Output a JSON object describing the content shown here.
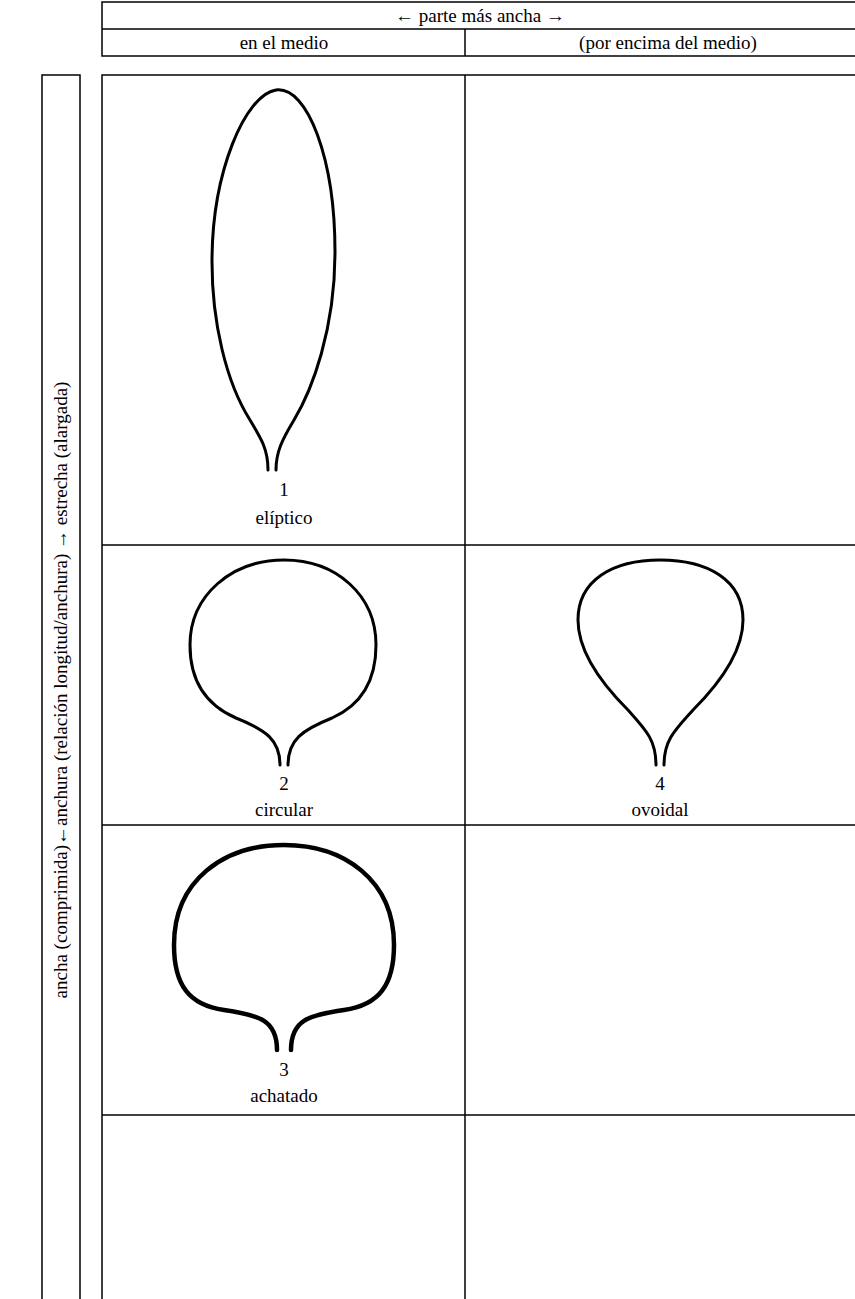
{
  "diagram": {
    "labels": [
      "←  parte más ancha  →",
      "en el medio",
      "(por encima del medio)",
      "ancha (comprimida)←anchura (relación longitud/anchura)  → estrecha (alargada)",
      "1",
      "elíptico",
      "2",
      "circular",
      "4",
      "ovoidal",
      "3",
      "achatado"
    ]
  }
}
